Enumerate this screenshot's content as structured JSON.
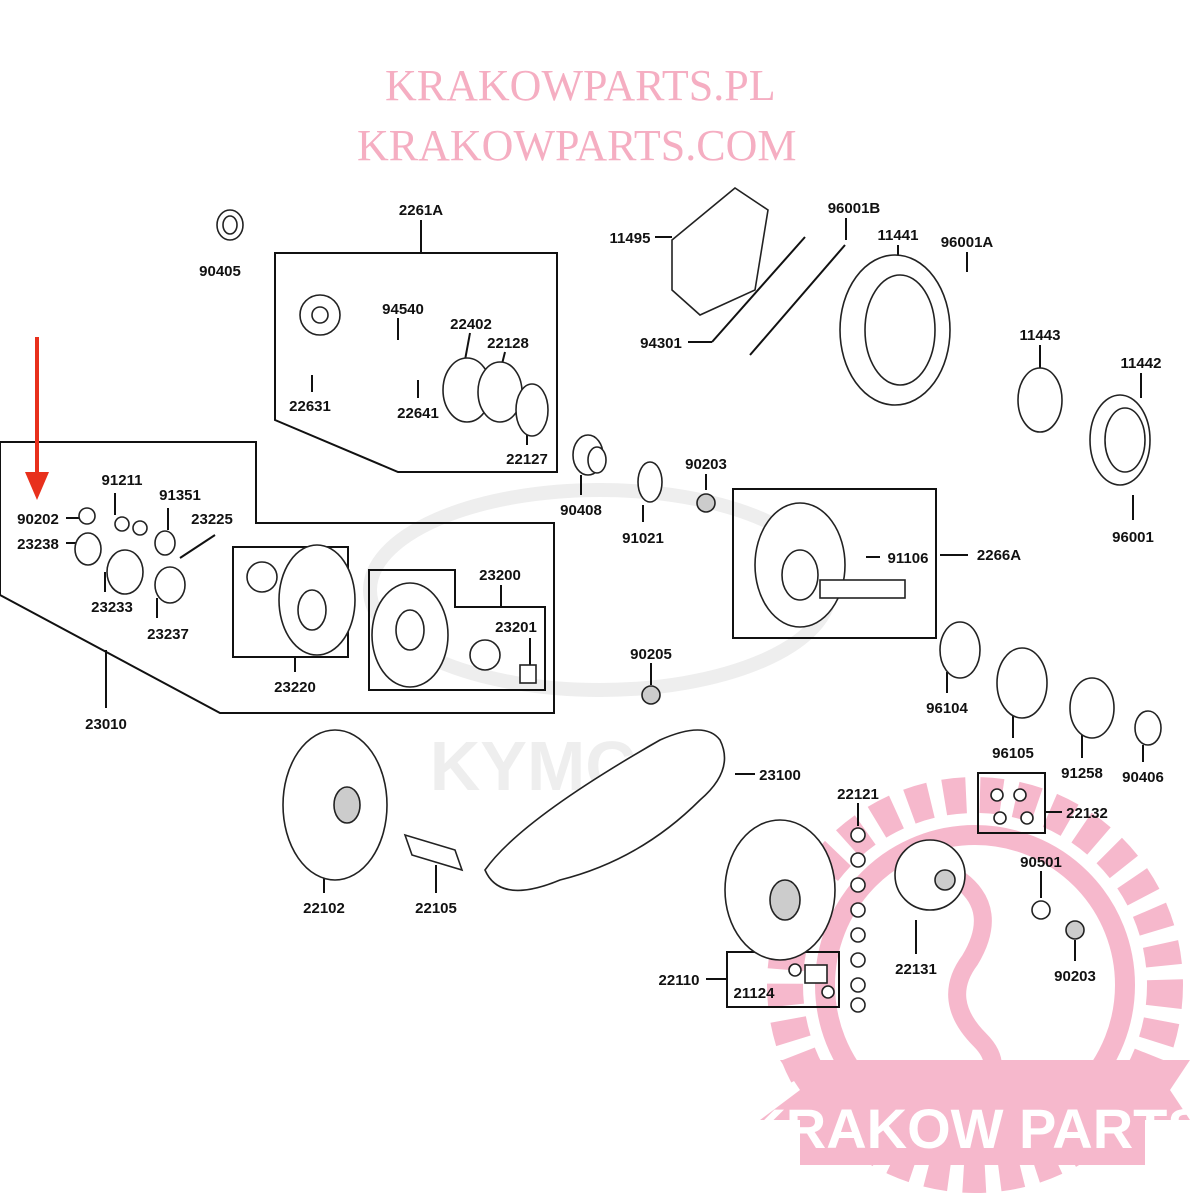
{
  "diagram": {
    "highlight_color": "#e8301c",
    "highlighted_part": "90202",
    "labels": {
      "p90405": "90405",
      "p2261A": "2261A",
      "p94540": "94540",
      "p22402": "22402",
      "p22128": "22128",
      "p22631": "22631",
      "p22641": "22641",
      "p22127": "22127",
      "p11495": "11495",
      "p96001B": "96001B",
      "p11441": "11441",
      "p96001A": "96001A",
      "p94301": "94301",
      "p11443": "11443",
      "p11442": "11442",
      "p90408": "90408",
      "p91021": "91021",
      "p90203a": "90203",
      "p91106": "91106",
      "p2266A": "2266A",
      "p96001": "96001",
      "p90202": "90202",
      "p91211": "91211",
      "p91351": "91351",
      "p23225": "23225",
      "p23238": "23238",
      "p23233": "23233",
      "p23237": "23237",
      "p23200": "23200",
      "p23201": "23201",
      "p23220": "23220",
      "p23010": "23010",
      "p90205": "90205",
      "p96104": "96104",
      "p96105": "96105",
      "p91258": "91258",
      "p90406": "90406",
      "p23100": "23100",
      "p22121": "22121",
      "p22132": "22132",
      "p22102": "22102",
      "p22105": "22105",
      "p90501": "90501",
      "p22110": "22110",
      "p21124": "21124",
      "p22131": "22131",
      "p90203b": "90203"
    }
  },
  "watermarks": {
    "site_pl": "KRAKOWPARTS.PL",
    "site_com": "KRAKOWPARTS.COM",
    "brand": "KYMCO",
    "logo": "KRAKOW PARTS",
    "logo_color": "#f6b8cc"
  }
}
